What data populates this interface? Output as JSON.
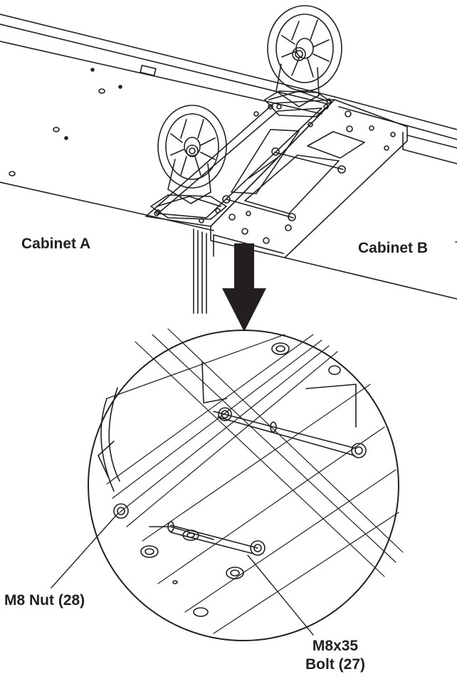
{
  "labels": {
    "cabinet_a": "Cabinet A",
    "cabinet_b": "Cabinet B",
    "nut": "M8 Nut (28)",
    "bolt_line1": "M8x35",
    "bolt_line2": "Bolt (27)"
  },
  "colors": {
    "line": "#231f20",
    "background": "#ffffff",
    "arrow": "#231f20"
  },
  "icons": {
    "arrow": "down-arrow-icon",
    "caster": "caster-wheel-icon"
  }
}
